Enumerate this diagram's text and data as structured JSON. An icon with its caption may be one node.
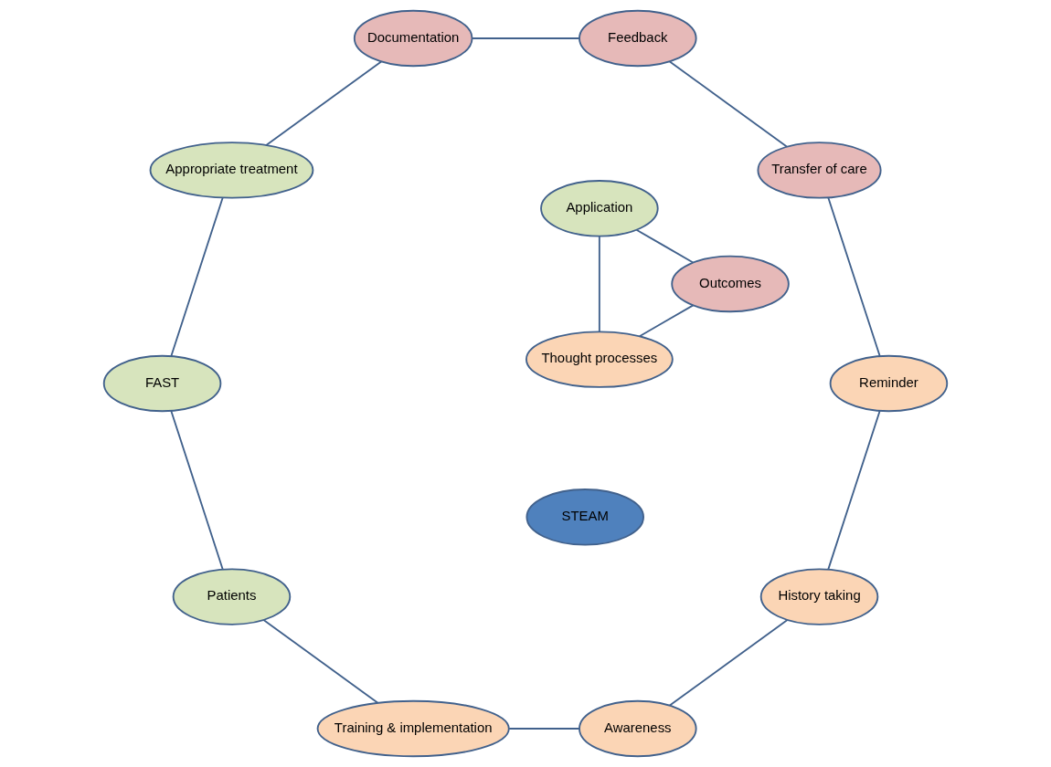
{
  "diagram": {
    "nodes": [
      {
        "text": [
          "History taking"
        ]
      },
      {
        "text": [
          "Awareness"
        ]
      },
      {
        "text": [
          "Reminder"
        ]
      },
      {
        "text": [
          "Thought processes"
        ]
      },
      {
        "text": [
          "Training & implementation"
        ]
      },
      {
        "text": [
          "Transfer of care"
        ]
      },
      {
        "text": [
          "STEAM"
        ]
      },
      {
        "text": [
          "Patients"
        ]
      },
      {
        "text": [
          "Outcomes"
        ]
      },
      {
        "text": [
          "Application"
        ]
      },
      {
        "text": [
          "Feedback"
        ]
      },
      {
        "text": [
          "FAST"
        ]
      },
      {
        "text": [
          "Documentation"
        ]
      },
      {
        "text": [
          "Appropriate treatment"
        ]
      }
    ],
    "edges": [
      {
        "from": 0,
        "to": 1,
        "arrow": "none"
      },
      {
        "from": 1,
        "to": 4,
        "arrow": "none"
      },
      {
        "from": 4,
        "to": 7,
        "arrow": "none"
      },
      {
        "from": 7,
        "to": 11,
        "arrow": "none"
      },
      {
        "from": 11,
        "to": 13,
        "arrow": "none"
      },
      {
        "from": 13,
        "to": 12,
        "arrow": "none"
      },
      {
        "from": 12,
        "to": 10,
        "arrow": "none"
      },
      {
        "from": 10,
        "to": 5,
        "arrow": "none"
      },
      {
        "from": 5,
        "to": 2,
        "arrow": "none"
      },
      {
        "from": 2,
        "to": 0,
        "arrow": "none"
      },
      {
        "from": 3,
        "to": 9,
        "arrow": "none"
      },
      {
        "from": 9,
        "to": 8,
        "arrow": "none"
      },
      {
        "from": 8,
        "to": 3,
        "arrow": "none"
      }
    ]
  }
}
